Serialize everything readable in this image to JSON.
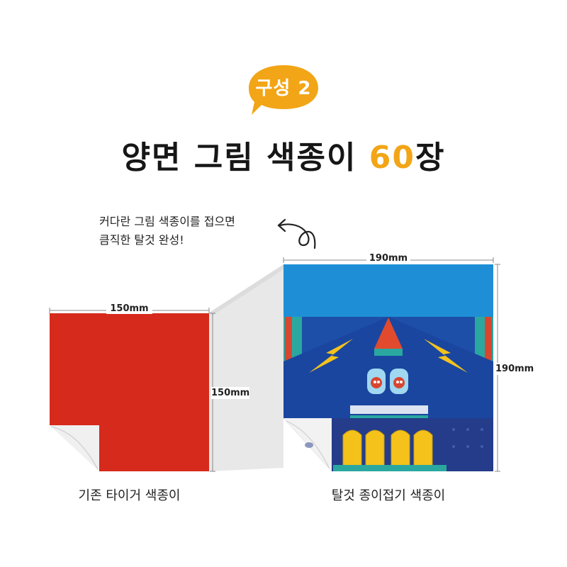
{
  "badge": {
    "label": "구성 2",
    "color": "#f2a516"
  },
  "headline": {
    "prefix": "양면 그림 색종이 ",
    "highlight": "60",
    "suffix": "장"
  },
  "caption": {
    "line1": "커다란 그림 색종이를 접으면",
    "line2": "큼직한 탈것 완성!"
  },
  "left_paper": {
    "width_label": "150mm",
    "height_label": "150mm",
    "caption": "기존 타이거 색종이",
    "color": "#d62a1c"
  },
  "right_paper": {
    "width_label": "190mm",
    "height_label": "190mm",
    "caption": "탈것 종이접기 색종이",
    "sky_color": "#1e8fd6",
    "body_color": "#1d4fa8"
  },
  "icons": [
    "curly-arrow-icon",
    "lightning-icon",
    "speech-bubble"
  ]
}
